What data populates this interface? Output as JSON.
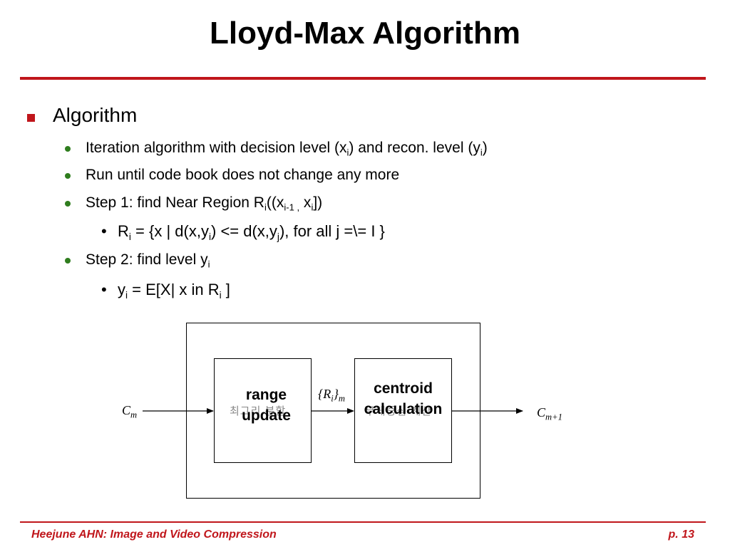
{
  "slide": {
    "title": "Lloyd-Max Algorithm",
    "footer_left": "Heejune AHN: Image and Video Compression",
    "footer_right": "p. 13"
  },
  "bullets": {
    "heading": "Algorithm",
    "b1_pre": "Iteration algorithm with decision level (x",
    "b1_sub1": "i",
    "b1_mid": ") and recon. level (y",
    "b1_sub2": "i",
    "b1_post": ")",
    "b2": "Run until code book does not change any more",
    "b3_pre": "Step 1: find Near Region R",
    "b3_sub1": "i",
    "b3_mid": "((x",
    "b3_sub2": "i-1 ,",
    "b3_mid2": " x",
    "b3_sub3": "i",
    "b3_post": "])",
    "b3a_bullet": "•",
    "b3a_pre": "R",
    "b3a_sub1": "i",
    "b3a_mid": " = {x | d(x,y",
    "b3a_sub2": "i",
    "b3a_mid2": ") <= d(x,y",
    "b3a_sub3": "j",
    "b3a_post": "), for all j =\\=  I }",
    "b4_pre": "Step 2: find level y",
    "b4_sub": "i",
    "b4a_bullet": "•",
    "b4a_pre": "y",
    "b4a_sub1": "i",
    "b4a_mid": " = E[X| x in R",
    "b4a_sub2": "i",
    "b4a_post": " ]"
  },
  "diagram": {
    "input_label": "C",
    "input_sub": "m",
    "output_label": "C",
    "output_sub": "m+1",
    "mid_label_open": "{",
    "mid_label_R": "R",
    "mid_label_i": "i",
    "mid_label_close": "}",
    "mid_label_sub": "m",
    "range_line1": "range",
    "range_line2": "update",
    "range_ghost": "최그리 분할",
    "centroid_line1": "centroid",
    "centroid_line2": "calculation",
    "centroid_ghost": "무게중심 계산"
  },
  "colors": {
    "accent_red": "#c0161b",
    "bullet_green": "#2f7d1e"
  }
}
